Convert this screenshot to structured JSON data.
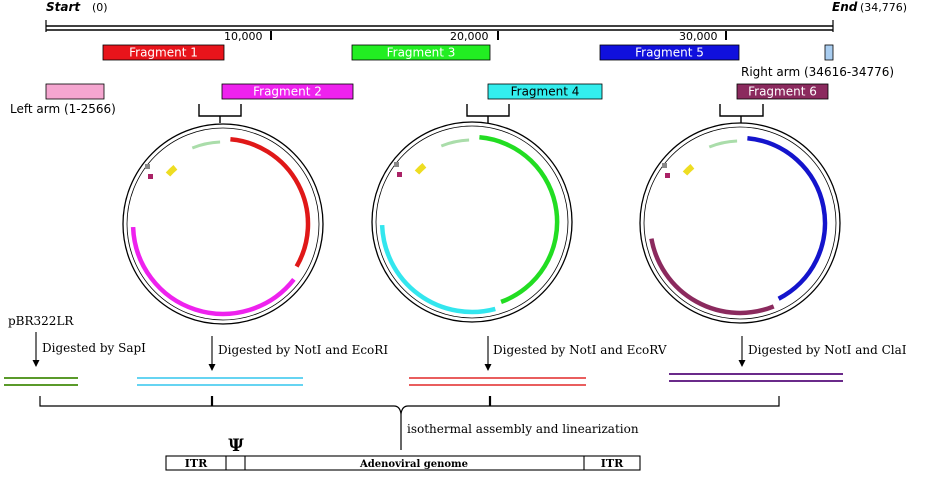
{
  "genome": {
    "start_label": "Start",
    "start_value": "(0)",
    "end_label": "End",
    "end_value": "(34,776)",
    "ticks": [
      "10,000",
      "20,000",
      "30,000"
    ]
  },
  "fragments": [
    {
      "label": "Fragment 1",
      "color": "#e8141b",
      "text_color": "#ffffff"
    },
    {
      "label": "Fragment 2",
      "color": "#ee22ee",
      "text_color": "#ffffff"
    },
    {
      "label": "Fragment 3",
      "color": "#22ee22",
      "text_color": "#ffffff"
    },
    {
      "label": "Fragment 4",
      "color": "#33eeee",
      "text_color": "#000000"
    },
    {
      "label": "Fragment 5",
      "color": "#1010dd",
      "text_color": "#ffffff"
    },
    {
      "label": "Fragment 6",
      "color": "#8b2a5e",
      "text_color": "#ffffff"
    }
  ],
  "arms": {
    "left": {
      "label": "Left arm (1-2566)",
      "color": "#f5a6d0"
    },
    "right": {
      "label": "Right arm (34616-34776)",
      "color": "#a9cdf0"
    }
  },
  "plasmids": [
    {
      "arc1_color": "#e01818",
      "arc2_color": "#ee22ee"
    },
    {
      "arc1_color": "#22dd22",
      "arc2_color": "#33e6ee"
    },
    {
      "arc1_color": "#1414cc",
      "arc2_color": "#8b2a5e"
    }
  ],
  "digestion": [
    {
      "source": "pBR322LR",
      "label": "Digested by SapI",
      "color": "#5a9a2a"
    },
    {
      "source": "",
      "label": "Digested by NotI and EcoRI",
      "color": "#33c6ee"
    },
    {
      "source": "",
      "label": "Digested by NotI and EcoRV",
      "color": "#e22828"
    },
    {
      "source": "",
      "label": "Digested by NotI and ClaI",
      "color": "#6a2a8a"
    }
  ],
  "assembly": {
    "label": "isothermal assembly and linearization"
  },
  "final_construct": {
    "left_itr": "ITR",
    "psi": "Ψ",
    "body": "Adenoviral genome",
    "right_itr": "ITR"
  }
}
